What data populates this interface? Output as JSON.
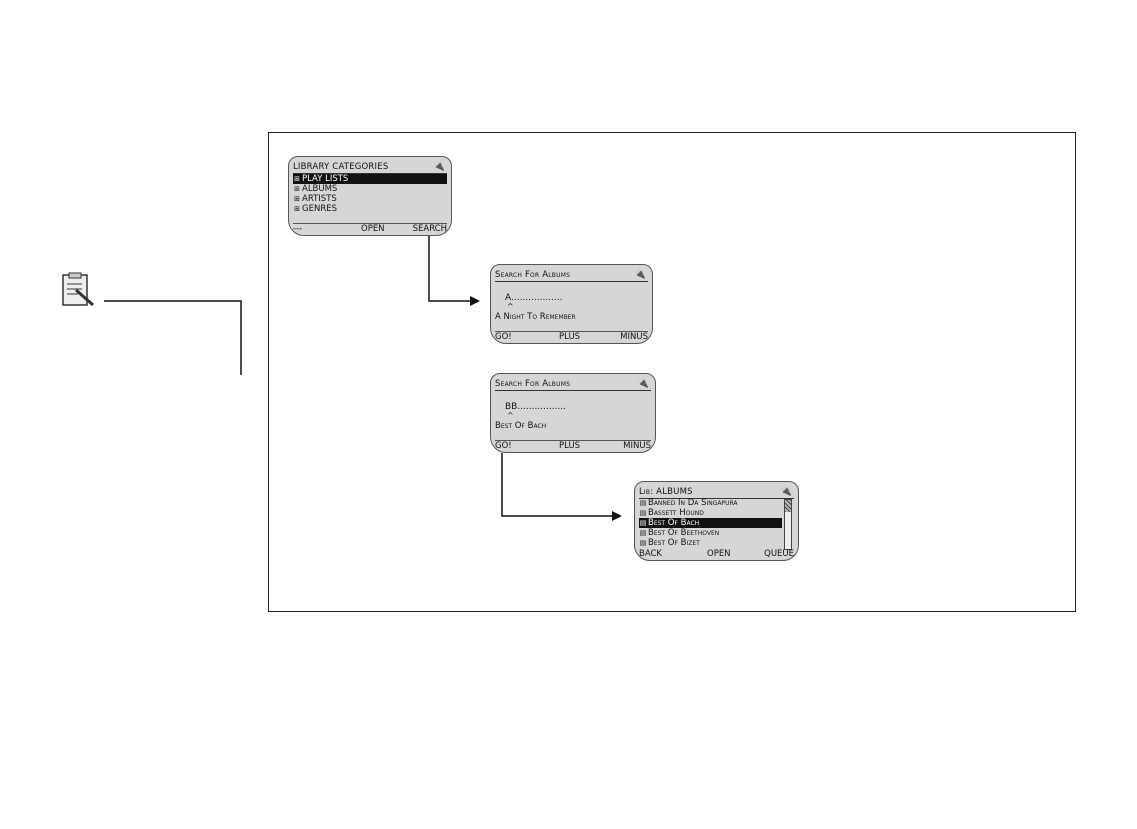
{
  "note_icon": "clipboard-note-icon",
  "screen_library": {
    "title": "LIBRARY CATEGORIES",
    "items": [
      "PLAY LISTS",
      "ALBUMS",
      "ARTISTS",
      "GENRES"
    ],
    "selected_index": 0,
    "softkeys": [
      "---",
      "OPEN",
      "SEARCH"
    ]
  },
  "screen_search_a": {
    "title": "Search For Albums",
    "entry": "A..................",
    "cursor": "^",
    "result": "A Night To Remember",
    "softkeys": [
      "GO!",
      "PLUS",
      "MINUS"
    ]
  },
  "screen_search_bb": {
    "title": "Search For Albums",
    "entry": "BB.................",
    "cursor": "^",
    "result": "Best Of Bach",
    "softkeys": [
      "GO!",
      "PLUS",
      "MINUS"
    ]
  },
  "screen_albums": {
    "title": "Lib: ALBUMS",
    "items": [
      "Banned In Da Singapura",
      "Bassett Hound",
      "Best Of Bach",
      "Best Of Beethoven",
      "Best Of Bizet"
    ],
    "selected_index": 2,
    "softkeys": [
      "BACK",
      "OPEN",
      "QUEUE"
    ]
  },
  "icons": {
    "battery": "battery-icon",
    "category": "folder-tree-icon",
    "album": "album-icon"
  },
  "colors": {
    "screen_bg": "#d6d6d6",
    "highlight": "#111111"
  }
}
